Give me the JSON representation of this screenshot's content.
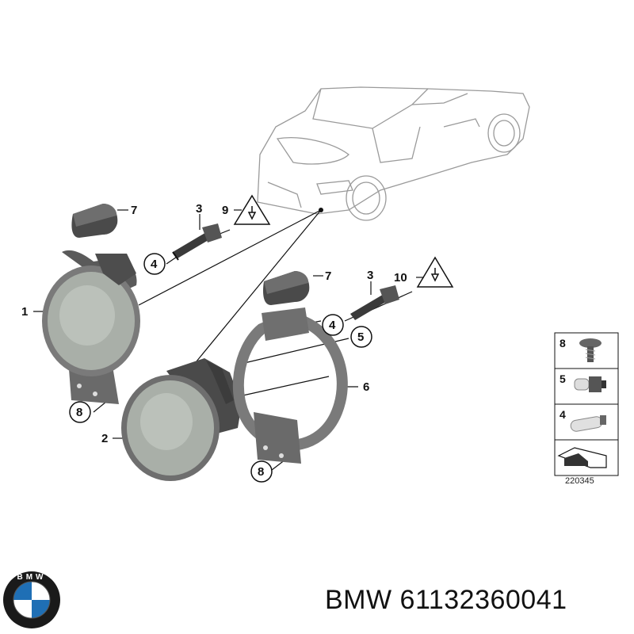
{
  "callouts": {
    "c1": "1",
    "c2": "2",
    "c3a": "3",
    "c3b": "3",
    "c4a": "4",
    "c4b": "4",
    "c5": "5",
    "c6": "6",
    "c7a": "7",
    "c7b": "7",
    "c8a": "8",
    "c8b": "8",
    "c9": "9",
    "c10": "10"
  },
  "legend": {
    "n8": "8",
    "n5": "5",
    "n4": "4"
  },
  "diagram_ref": "220345",
  "caption": {
    "brand": "BMW",
    "part_number": "61132360041"
  },
  "logo": {
    "text": "BMW"
  },
  "colors": {
    "line": "#111111",
    "car_outline": "#9a9a9a",
    "part_gray": "#6d6d6d",
    "lens": "#a9afa8"
  }
}
